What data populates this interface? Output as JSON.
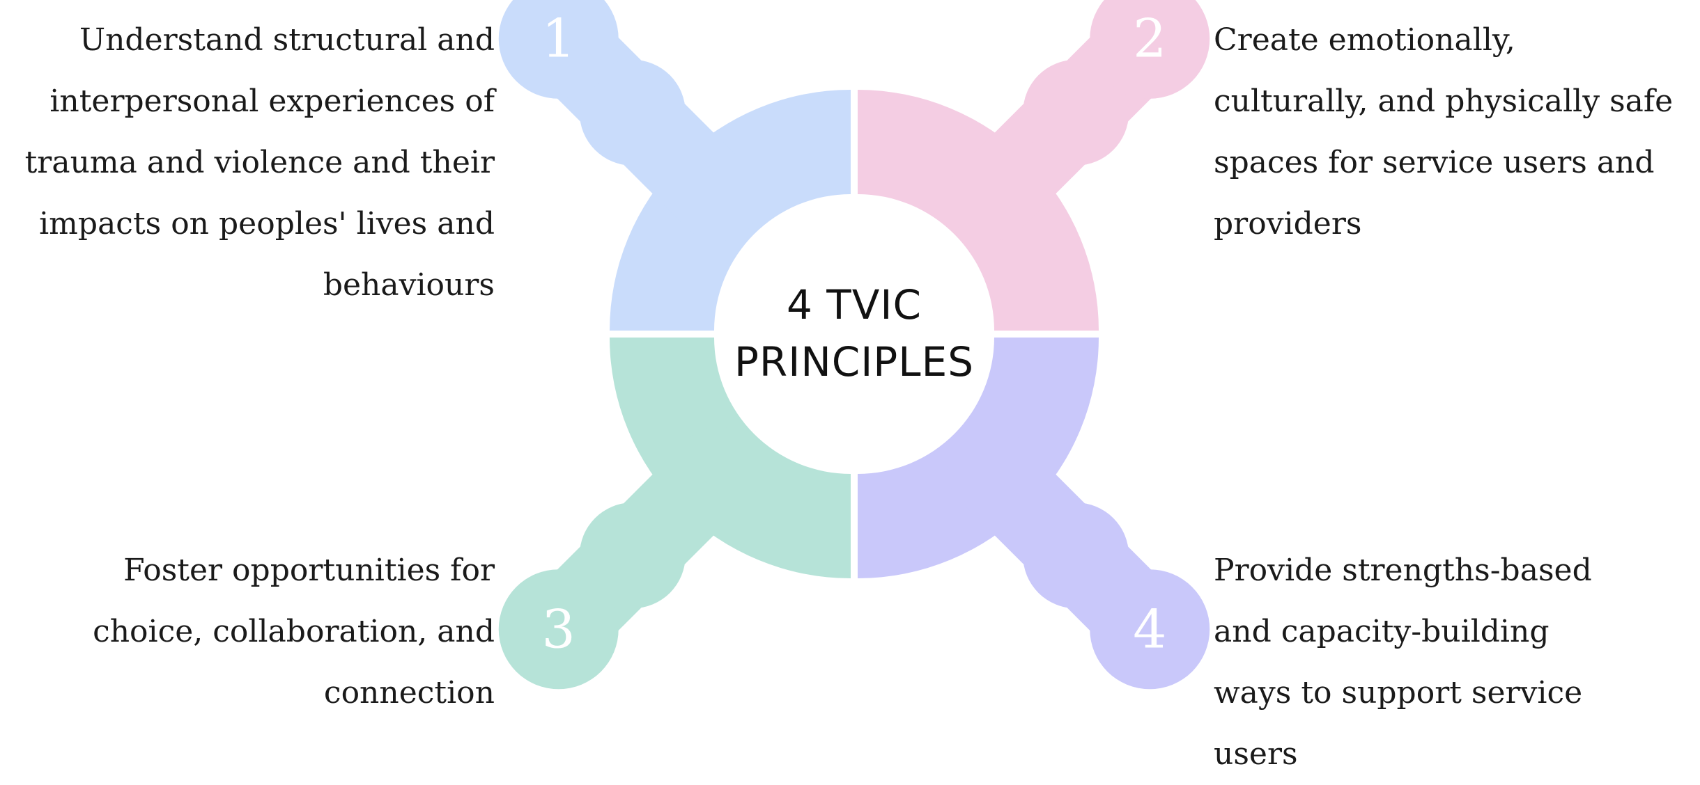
{
  "center": {
    "line1": "4 TVIC",
    "line2": "PRINCIPLES"
  },
  "principles": [
    {
      "number": "1",
      "color": "#c9dcfb",
      "lines": [
        "Understand structural and",
        "interpersonal experiences of",
        "trauma and violence and their",
        "impacts on peoples' lives and",
        "behaviours"
      ]
    },
    {
      "number": "2",
      "color": "#f4cde3",
      "lines": [
        "Create emotionally,",
        "culturally, and physically safe",
        "spaces for service users and",
        "providers"
      ]
    },
    {
      "number": "3",
      "color": "#b6e3d8",
      "lines": [
        "Foster opportunities for",
        "choice, collaboration, and",
        "connection"
      ]
    },
    {
      "number": "4",
      "color": "#c9c8fa",
      "lines": [
        "Provide strengths-based",
        "and capacity-building",
        "ways to support service",
        "users"
      ]
    }
  ]
}
